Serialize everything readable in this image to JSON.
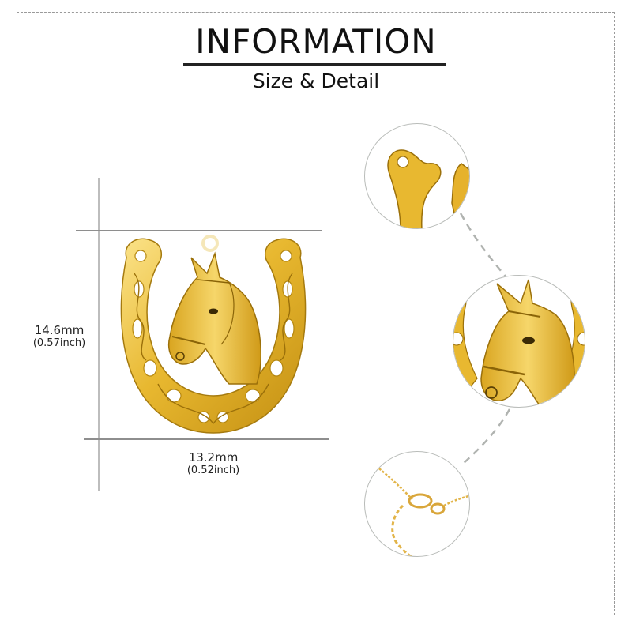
{
  "header": {
    "title": "INFORMATION",
    "subtitle": "Size & Detail"
  },
  "dimensions": {
    "height": {
      "mm": "14.6mm",
      "inch": "(0.57inch)"
    },
    "width": {
      "mm": "13.2mm",
      "inch": "(0.52inch)"
    }
  },
  "product": {
    "image": "gold-horseshoe-horse-head-pendant",
    "colors": {
      "gold": "#e8b830",
      "gold_light": "#f7dc7a",
      "gold_dark": "#b98a10"
    }
  },
  "detail_views": [
    {
      "label": "horseshoe-tip-detail"
    },
    {
      "label": "horse-head-detail"
    },
    {
      "label": "chain-clasp-detail"
    }
  ],
  "colors": {
    "frame_border": "#9a9a9a",
    "circle_border": "#b9bcb9",
    "connector": "#b0b3b0",
    "text": "#111111"
  }
}
